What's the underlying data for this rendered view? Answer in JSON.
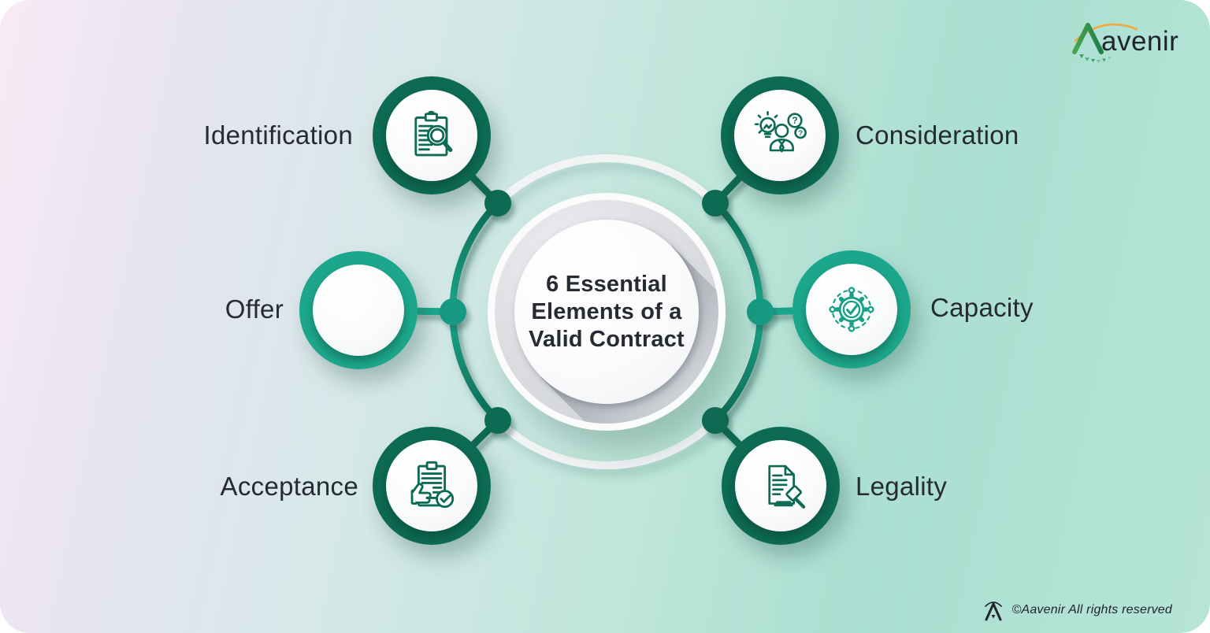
{
  "page": {
    "title": "6 Essential Elements of a Valid Contract"
  },
  "brand": {
    "name": "Aavenir",
    "wordmark_rest": "avenir"
  },
  "center": {
    "line1": "6 Essential",
    "line2": "Elements of a",
    "line3": "Valid Contract"
  },
  "nodes": [
    {
      "id": "identification",
      "label": "Identification",
      "icon": "clipboard-magnifier-icon",
      "ring_color": "#0d6a53",
      "position": "top-left"
    },
    {
      "id": "offer",
      "label": "Offer",
      "icon": "hand-percent-icon",
      "ring_color": "#1ca78c",
      "position": "middle-left"
    },
    {
      "id": "acceptance",
      "label": "Acceptance",
      "icon": "clipboard-thumbs-up-icon",
      "ring_color": "#0d6a53",
      "position": "bottom-left"
    },
    {
      "id": "consideration",
      "label": "Consideration",
      "icon": "person-idea-questions-icon",
      "ring_color": "#0d6a53",
      "position": "top-right"
    },
    {
      "id": "capacity",
      "label": "Capacity",
      "icon": "gear-check-icon",
      "ring_color": "#1ca78c",
      "position": "middle-right"
    },
    {
      "id": "legality",
      "label": "Legality",
      "icon": "document-gavel-icon",
      "ring_color": "#0d6a53",
      "position": "bottom-right"
    }
  ],
  "footer": {
    "copyright": "©Aavenir All rights reserved"
  },
  "colors": {
    "dark_green": "#0d6a53",
    "teal": "#1ca78c",
    "ring_white": "#f2f3f5",
    "text_dark": "#262a33",
    "logo_orange": "#f0a93f",
    "background_left": "#f8eaf5",
    "background_right": "#abdfd1"
  }
}
